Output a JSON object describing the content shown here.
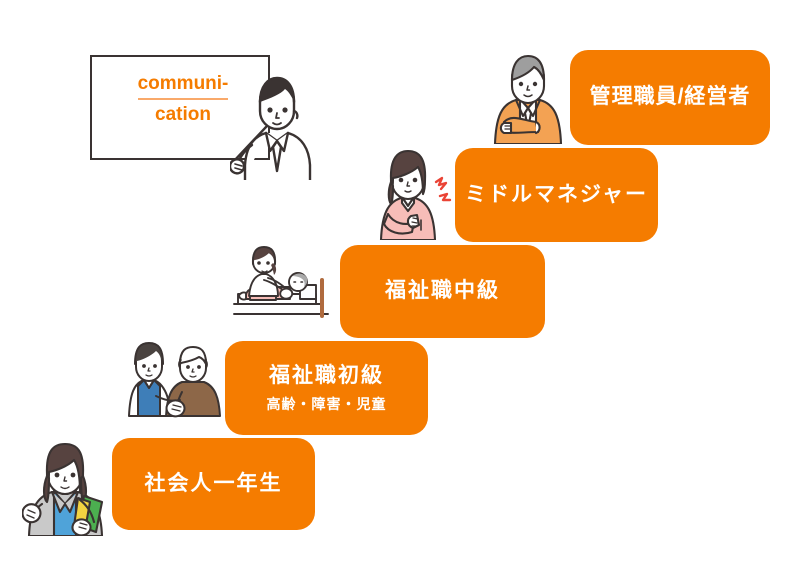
{
  "diagram": {
    "title": "",
    "accent_color": "#F57C00",
    "outline_color": "#3a3332",
    "background_color": "#ffffff",
    "whiteboard": {
      "name": "whiteboard",
      "line_1": "communi-",
      "line_2": "cation",
      "text_color": "#F57C00",
      "underline_color": "#F9A96A",
      "figure": "teacher-with-pointer-icon"
    },
    "steps": [
      {
        "id": "step-1",
        "title": "社会人一年生",
        "subtitle": "",
        "figure": "new-graduate-woman-icon",
        "level": 1
      },
      {
        "id": "step-2",
        "title": "福祉職初級",
        "subtitle": "高齢・障害・児童",
        "figure": "caregiver-with-elderly-person-icon",
        "level": 2
      },
      {
        "id": "step-3",
        "title": "福祉職中級",
        "subtitle": "",
        "figure": "caregiver-at-bedside-icon",
        "level": 3
      },
      {
        "id": "step-4",
        "title": "ミドルマネジャー",
        "subtitle": "",
        "figure": "stressed-middle-manager-woman-icon",
        "level": 4
      },
      {
        "id": "step-5",
        "title": "管理職員/経営者",
        "subtitle": "",
        "figure": "executive-man-arms-crossed-icon",
        "level": 5
      }
    ]
  }
}
